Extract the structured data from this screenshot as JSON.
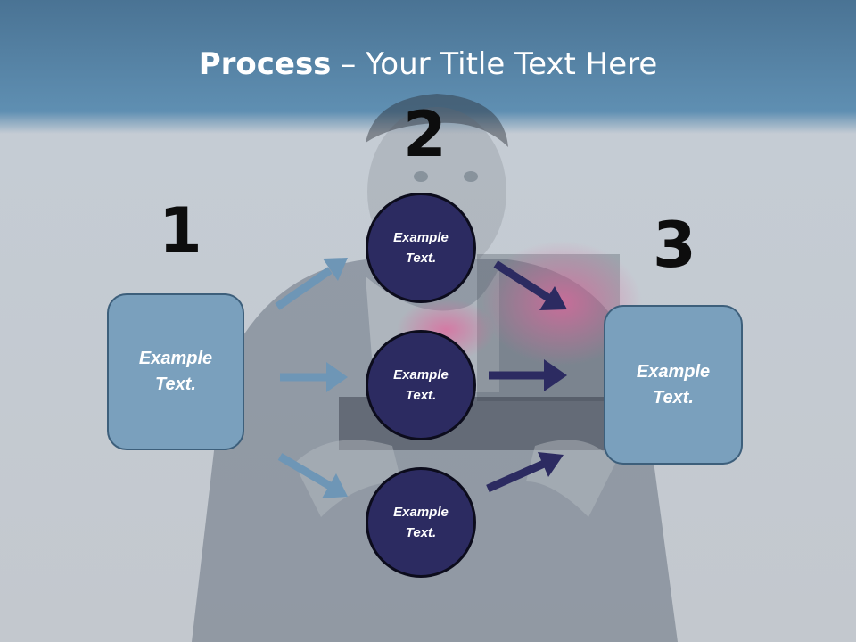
{
  "title": {
    "bold": "Process",
    "rest": " – Your Title Text Here"
  },
  "steps": {
    "one": "1",
    "two": "2",
    "three": "3"
  },
  "left_box": "Example\nText.",
  "right_box": "Example\nText.",
  "circles": [
    "Example\nText.",
    "Example\nText.",
    "Example\nText."
  ],
  "colors": {
    "light_arrow": "#6e96b6",
    "dark_arrow": "#2c2b61",
    "box_fill": "#7aa0bd",
    "circle_fill": "#2c2b61"
  }
}
